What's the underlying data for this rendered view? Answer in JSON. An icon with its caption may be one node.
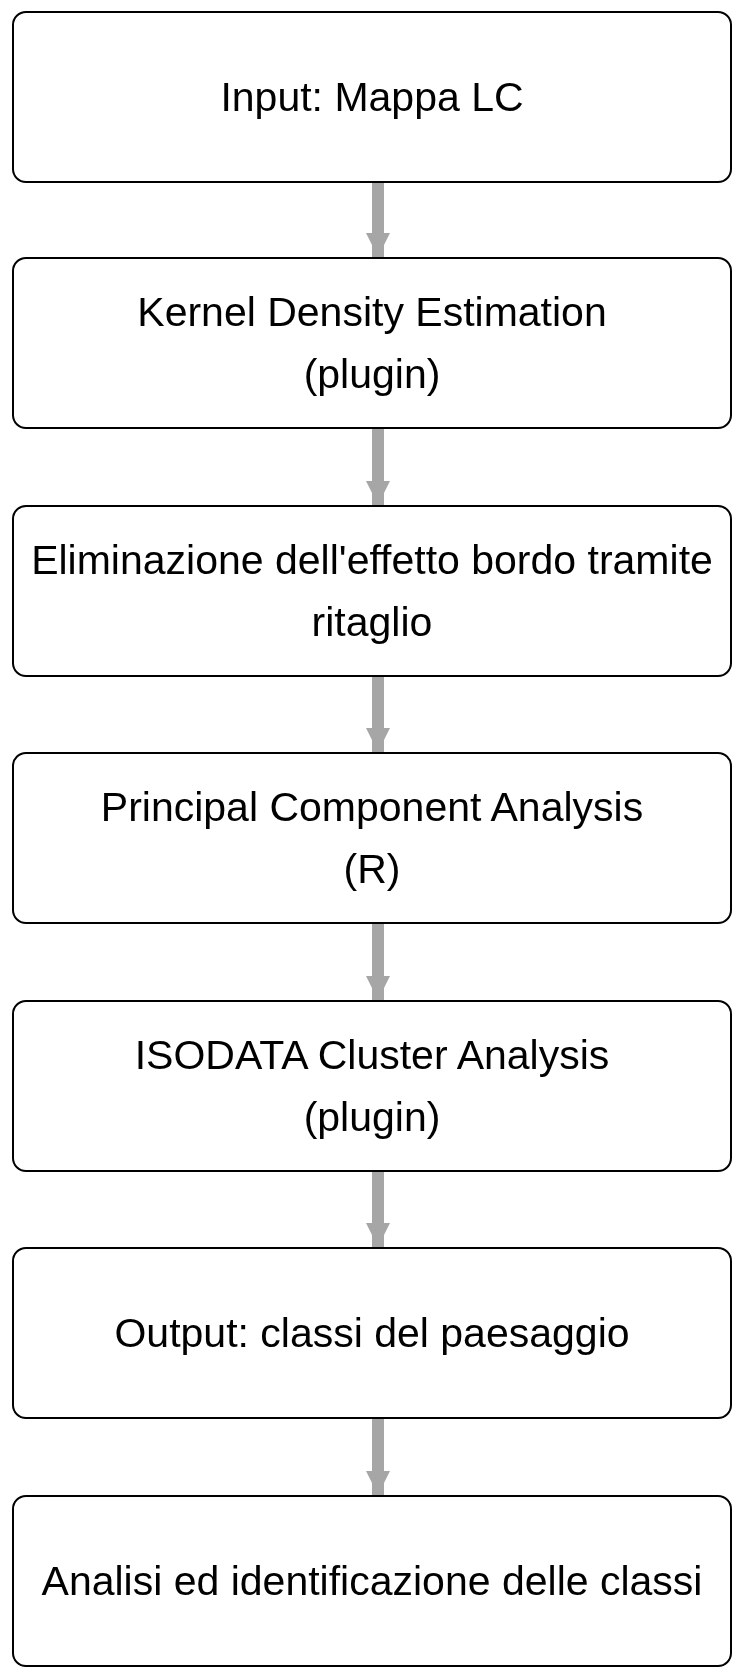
{
  "diagram": {
    "nodes": [
      {
        "text": [
          "Input: Mappa LC"
        ]
      },
      {
        "text": [
          "Kernel Density Estimation",
          "(plugin)"
        ]
      },
      {
        "text": [
          "Eliminazione dell'effetto bordo tramite ritaglio"
        ]
      },
      {
        "text": [
          "Principal Component Analysis",
          "(R)"
        ]
      },
      {
        "text": [
          "ISODATA Cluster Analysis",
          "(plugin)"
        ]
      },
      {
        "text": [
          "Output: classi del paesaggio"
        ]
      },
      {
        "text": [
          "Analisi ed identificazione delle classi"
        ]
      }
    ],
    "edges": [
      {
        "from": 0,
        "to": 1,
        "arrow": "to"
      },
      {
        "from": 1,
        "to": 2,
        "arrow": "to"
      },
      {
        "from": 2,
        "to": 3,
        "arrow": "to"
      },
      {
        "from": 3,
        "to": 4,
        "arrow": "to"
      },
      {
        "from": 4,
        "to": 5,
        "arrow": "to"
      },
      {
        "from": 5,
        "to": 6,
        "arrow": "to"
      }
    ]
  }
}
